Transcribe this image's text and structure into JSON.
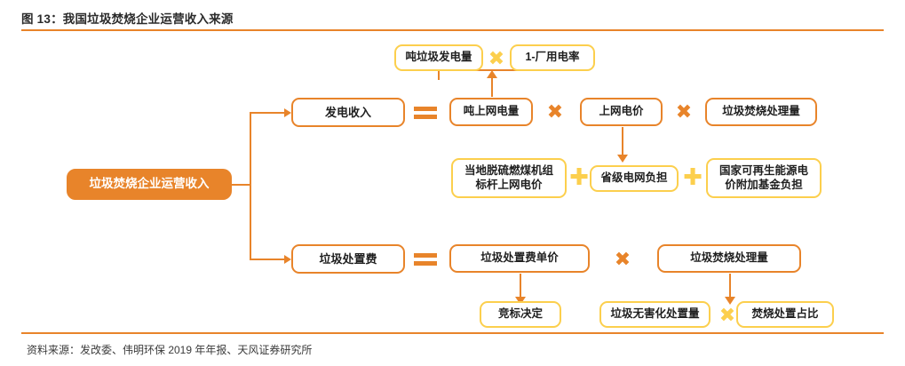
{
  "header": {
    "title": "图 13：我国垃圾焚烧企业运营收入来源"
  },
  "footer": {
    "source": "资料来源：发改委、伟明环保 2019 年年报、天风证券研究所"
  },
  "colors": {
    "orange": "#E8842A",
    "yellow": "#FCCF4D",
    "text": "#1f1f1f",
    "filled_text": "#ffffff"
  },
  "diagram": {
    "root": {
      "label": "垃圾焚烧企业运营收入"
    },
    "branches": [
      {
        "label": "发电收入",
        "formula": [
          {
            "label": "吨上网电量"
          },
          {
            "op": "×"
          },
          {
            "label": "上网电价"
          },
          {
            "op": "×"
          },
          {
            "label": "垃圾焚烧处理量"
          }
        ]
      },
      {
        "label": "垃圾处置费",
        "formula": [
          {
            "label": "垃圾处置费单价"
          },
          {
            "op": "×"
          },
          {
            "label": "垃圾焚烧处理量"
          }
        ]
      }
    ],
    "nodes": {
      "ton_waste_power": "吨垃圾发电量",
      "times_top": "✖",
      "one_minus_plant_rate": "1-厂用电率",
      "power_revenue": "发电收入",
      "equals_top": "=",
      "ton_grid_power": "吨上网电量",
      "times_r1_a": "✖",
      "grid_price": "上网电价",
      "times_r1_b": "✖",
      "incineration_volume_top": "垃圾焚烧处理量",
      "benchmark_price": "当地脱硫燃煤机组\n标杆上网电价",
      "plus_a": "✚",
      "provincial_grid_burden": "省级电网负担",
      "plus_b": "✚",
      "renewable_surcharge": "国家可再生能源电\n价附加基金负担",
      "disposal_fee": "垃圾处置费",
      "equals_bottom": "=",
      "disposal_unit_price": "垃圾处置费单价",
      "times_r2": "✖",
      "incineration_volume_bottom": "垃圾焚烧处理量",
      "bid_decision": "竞标决定",
      "harmless_volume": "垃圾无害化处置量",
      "times_r3": "✖",
      "incineration_share": "焚烧处置占比"
    },
    "node_lines": {
      "benchmark_price_1": "当地脱硫燃煤机组",
      "benchmark_price_2": "标杆上网电价",
      "renewable_surcharge_1": "国家可再生能源电",
      "renewable_surcharge_2": "价附加基金负担"
    }
  }
}
